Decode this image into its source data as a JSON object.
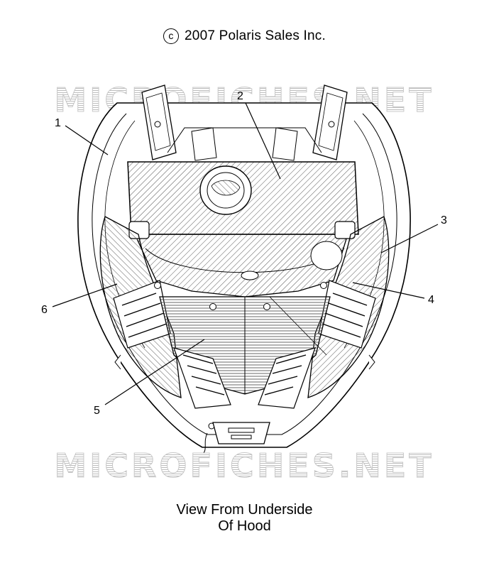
{
  "copyright": {
    "symbol": "c",
    "text": "2007 Polaris Sales Inc."
  },
  "watermarks": [
    "MICROFICHES.NET",
    "MICROFICHES.NET"
  ],
  "callouts": [
    {
      "id": "1",
      "label": "1"
    },
    {
      "id": "2",
      "label": "2"
    },
    {
      "id": "3",
      "label": "3"
    },
    {
      "id": "4",
      "label": "4"
    },
    {
      "id": "5",
      "label": "5"
    },
    {
      "id": "6",
      "label": "6"
    }
  ],
  "caption": {
    "line1": "View From Underside",
    "line2": "Of Hood"
  }
}
